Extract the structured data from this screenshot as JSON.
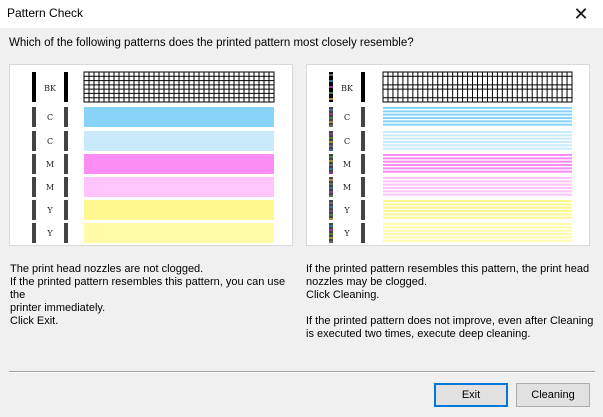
{
  "window": {
    "title": "Pattern Check",
    "close_glyph": "✕"
  },
  "prompt": "Which of the following patterns does the printed pattern most closely resemble?",
  "patterns": {
    "ok": {
      "rows": [
        {
          "label": "BK",
          "color": "#000000"
        },
        {
          "label": "C",
          "color": "#87d4f8"
        },
        {
          "label": "C",
          "color": "#c8eafb"
        },
        {
          "label": "M",
          "color": "#fb8cf3"
        },
        {
          "label": "M",
          "color": "#fec4fb"
        },
        {
          "label": "Y",
          "color": "#fff88e"
        },
        {
          "label": "Y",
          "color": "#fffba8"
        }
      ]
    },
    "clogged": {
      "rows": [
        {
          "label": "BK",
          "color": "#000000"
        },
        {
          "label": "C",
          "color": "#87d4f8"
        },
        {
          "label": "C",
          "color": "#c8eafb"
        },
        {
          "label": "M",
          "color": "#fb8cf3"
        },
        {
          "label": "M",
          "color": "#fec4fb"
        },
        {
          "label": "Y",
          "color": "#fff88e"
        },
        {
          "label": "Y",
          "color": "#fffba8"
        }
      ]
    }
  },
  "descriptions": {
    "ok": [
      "The print head nozzles are not clogged.",
      "If the printed pattern resembles this pattern, you can use the",
      "printer immediately.",
      "Click Exit."
    ],
    "clogged": [
      "If the printed pattern resembles this pattern, the print head",
      "nozzles may be clogged.",
      "Click Cleaning.",
      "",
      "If the printed pattern does not improve, even after Cleaning",
      "is executed two times, execute deep cleaning."
    ]
  },
  "buttons": {
    "exit": "Exit",
    "cleaning": "Cleaning"
  }
}
